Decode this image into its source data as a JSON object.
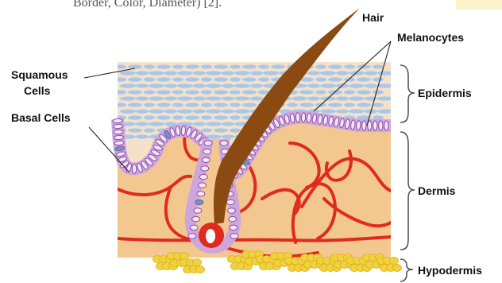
{
  "top_caption": "Border, Color, Diameter) [2].",
  "labels": {
    "hair": "Hair",
    "melanocytes": "Melanocytes",
    "squamous_line1": "Squamous",
    "squamous_line2": "Cells",
    "basal_cells": "Basal Cells",
    "epidermis": "Epidermis",
    "dermis": "Dermis",
    "hypodermis": "Hypodermis"
  },
  "colors": {
    "epidermis": "#f3e1cc",
    "squamous_cells": "#a9c7e8",
    "dermis": "#f2c890",
    "basal_layer": "#cfa6dc",
    "basal_cell_outline": "#8a4ea8",
    "melanocyte": "#5aa0c8",
    "hair": "#8b4a12",
    "blood_vessel": "#e02a1e",
    "fat": "#f2d23c",
    "brace": "#555555"
  }
}
